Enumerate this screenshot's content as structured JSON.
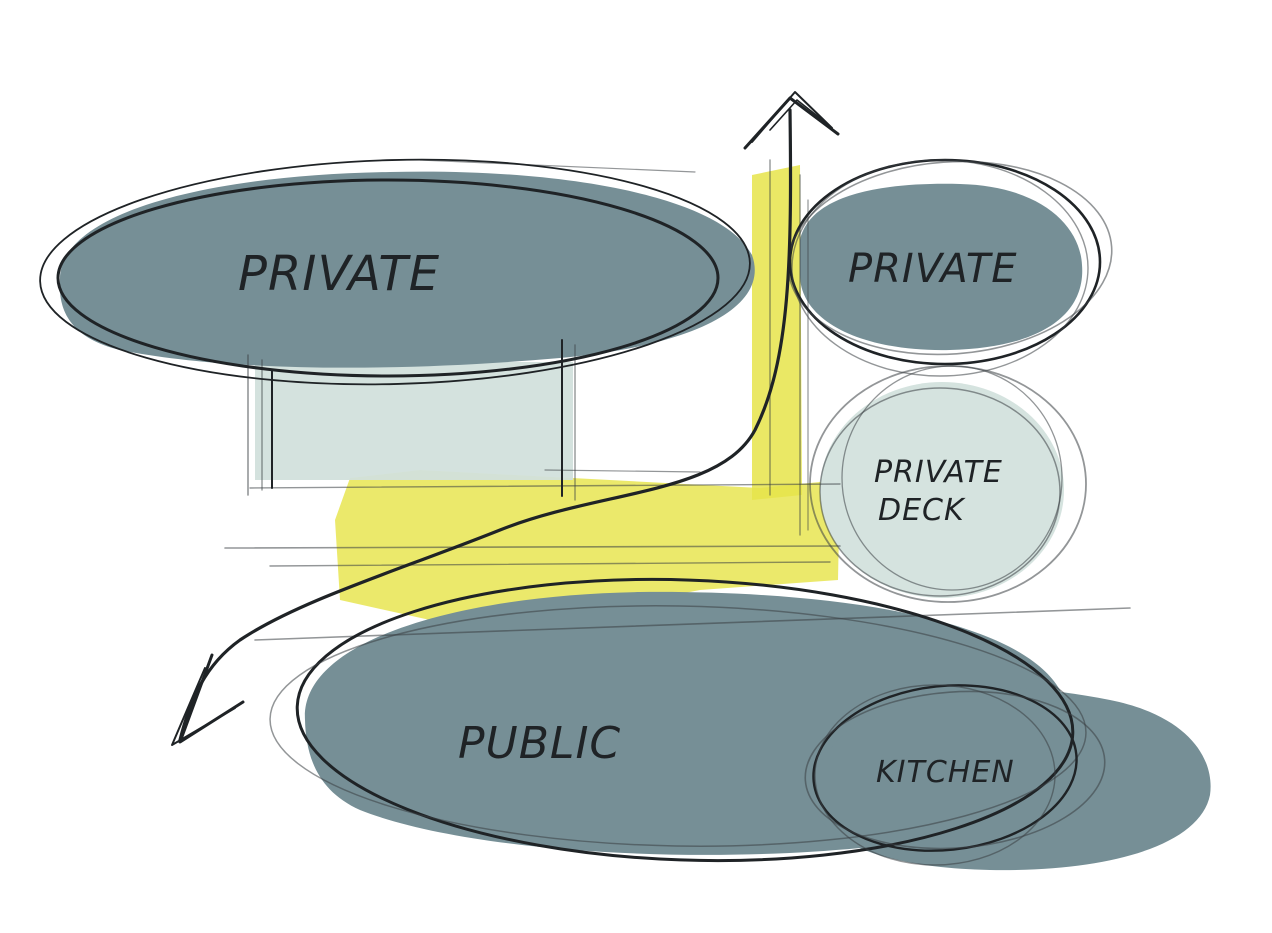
{
  "colors": {
    "zone_fill": "#768f96",
    "deck_fill": "#d5e3df",
    "link_fill": "#d2e0dc",
    "circulation_highlight": "#e6e44a",
    "ink": "#1f2326",
    "background": "#ffffff"
  },
  "zones": {
    "private_main": {
      "label": "PRIVATE"
    },
    "private_right": {
      "label": "PRIVATE"
    },
    "private_deck": {
      "label_line1": "PRIVATE",
      "label_line2": "DECK"
    },
    "public": {
      "label": "PUBLIC"
    },
    "kitchen": {
      "label": "KITCHEN"
    }
  },
  "arrows": {
    "up": {
      "icon": "arrowhead-up-icon"
    },
    "down_left": {
      "icon": "arrowhead-down-left-icon"
    }
  }
}
